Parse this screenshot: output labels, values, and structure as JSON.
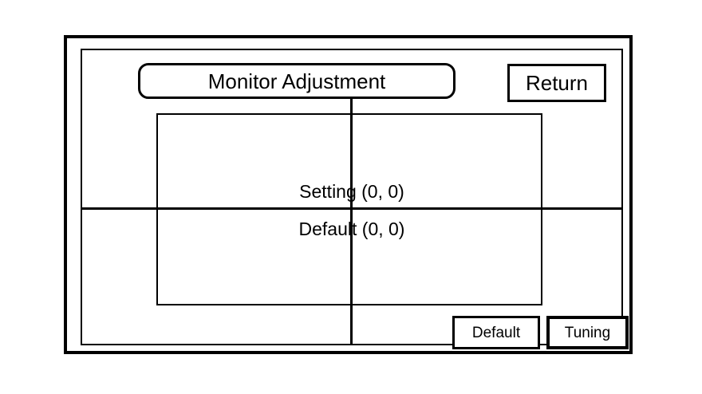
{
  "screen": {
    "title": "Monitor Adjustment",
    "background_color": "#ffffff",
    "line_color": "#000000"
  },
  "header": {
    "title_label": "Monitor Adjustment",
    "return_label": "Return"
  },
  "readouts": {
    "setting": {
      "label": "Setting",
      "value": "(0, 0)",
      "text": "Setting (0, 0)"
    },
    "default": {
      "label": "Default",
      "value": "(0, 0)",
      "text": "Default (0, 0)"
    }
  },
  "actions": {
    "default_label": "Default",
    "tuning_label": "Tuning"
  }
}
